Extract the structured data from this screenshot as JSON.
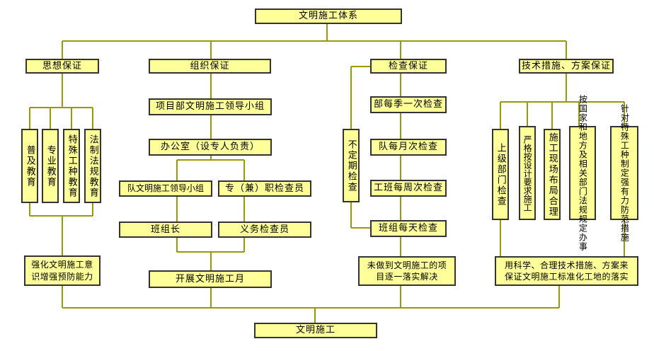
{
  "top": "文明施工体系",
  "bottom": "文明施工",
  "sections": {
    "thought": {
      "title": "思想保证",
      "items": [
        "普及教育",
        "专业教育",
        "特殊工种教育",
        "法制法规教育"
      ],
      "summary": "强化文明施工意识增强预防能力"
    },
    "org": {
      "title": "组织保证",
      "leader_group": "项目部文明施工领导小组",
      "office": "办公室（设专人负责）",
      "team_group": "队文明施工领导小组",
      "inspector": "专（兼）职检查员",
      "team_leader": "班组长",
      "volunteer": "义务检查员",
      "summary": "开展文明施工月"
    },
    "inspect": {
      "title": "检查保证",
      "irregular": "不定期检查",
      "items": [
        "部每季一次检查",
        "队每月次检查",
        "工班每周次检查",
        "班组每天检查"
      ],
      "summary": "未做到文明施工的项目逐一落实解决"
    },
    "tech": {
      "title": "技术措施、方案保证",
      "items": [
        "上级部门检查",
        "严格按设计要求施工",
        "施工现场布局合理",
        "按国家和地方及相关部门法规规定办事",
        "针对特殊工种制定强有力防范措施"
      ],
      "summary": "用科学、合理技术措施、方案来保证文明施工标准化工地的落实"
    }
  },
  "colors": {
    "box_fill": "#ffff99",
    "box_border": "#333333",
    "line": "#999900"
  }
}
